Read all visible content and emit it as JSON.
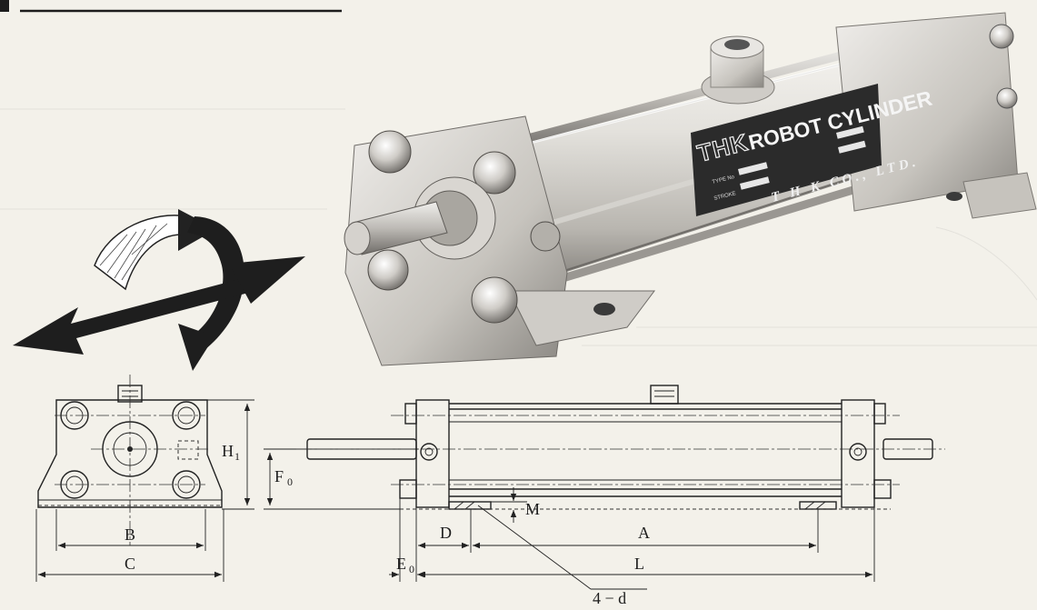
{
  "colors": {
    "paper": "#f3f1ea",
    "ink": "#1d1d1d",
    "metal_light": "#e8e6e2",
    "metal_mid": "#bdbab4",
    "metal_dark": "#6d6a66",
    "label_plate": "#2a2a2a"
  },
  "logo": {
    "brand": "THK",
    "product": "ROBOT CYLINDER",
    "company": "T H K CO., LTD.",
    "field_type": "TYPE No",
    "field_stroke": "STROKE"
  },
  "icons": {
    "motion": "rotate-and-translate-arrows-icon"
  },
  "dimensions": {
    "H": "H",
    "H_sub": "1",
    "F": "F",
    "F_sub": "0",
    "B": "B",
    "C": "C",
    "M": "M",
    "D": "D",
    "A": "A",
    "E": "E",
    "E_sub": "0",
    "L": "L",
    "d": "4 − d"
  }
}
